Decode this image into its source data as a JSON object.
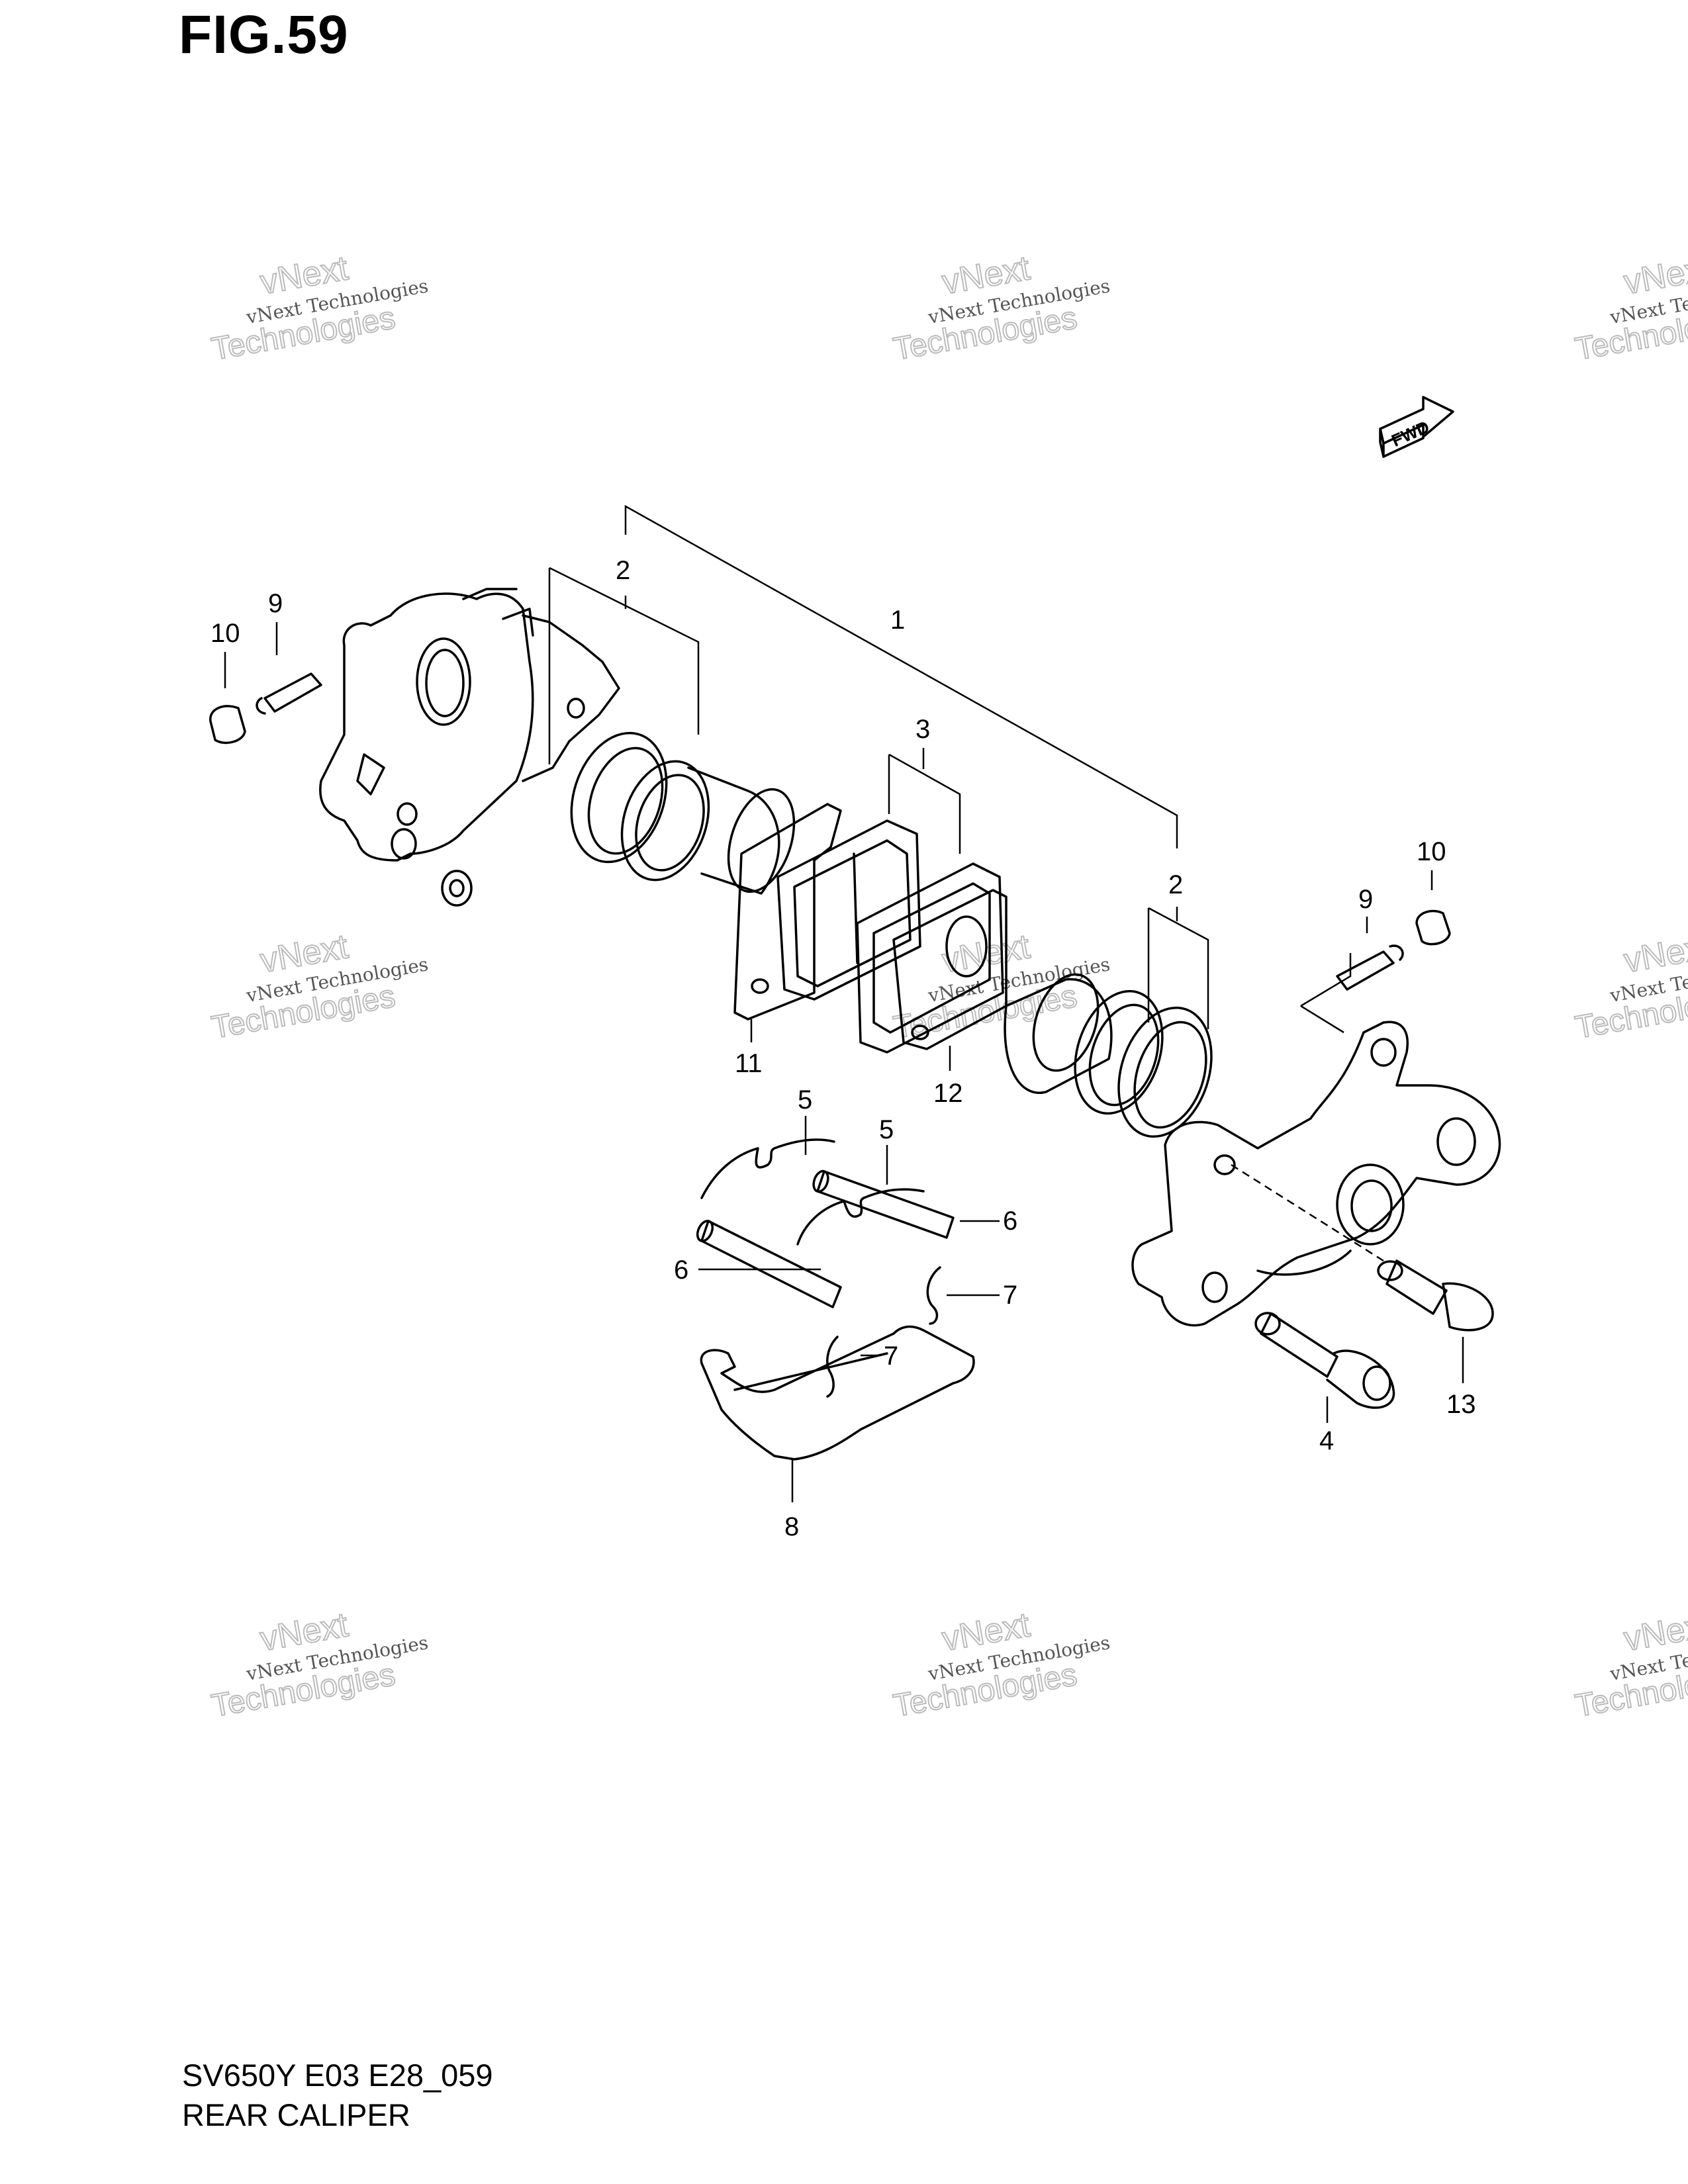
{
  "figure": {
    "title": "FIG.59",
    "model_code": "SV650Y E03 E28_059",
    "name": "REAR CALIPER",
    "fwd_label": "FWD"
  },
  "watermark": {
    "line1": "vNext Technologies",
    "line2": "vNext",
    "line3": "Technologies"
  },
  "callouts": {
    "c1": "1",
    "c2a": "2",
    "c2b": "2",
    "c3": "3",
    "c4": "4",
    "c5a": "5",
    "c5b": "5",
    "c6a": "6",
    "c6b": "6",
    "c7a": "7",
    "c7b": "7",
    "c8": "8",
    "c9a": "9",
    "c9b": "9",
    "c10a": "10",
    "c10b": "10",
    "c11": "11",
    "c12": "12",
    "c13": "13"
  }
}
